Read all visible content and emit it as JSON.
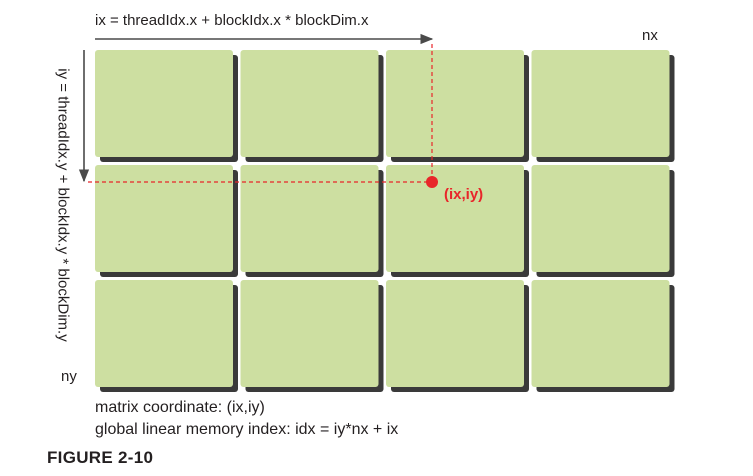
{
  "diagram": {
    "ix_formula": "ix = threadIdx.x + blockIdx.x * blockDim.x",
    "iy_formula": "iy = threadIdx.y + blockIdx.y * blockDim.y",
    "nx_label": "nx",
    "ny_label": "ny",
    "point_label": "(ix,iy)",
    "grid": {
      "rows": 3,
      "cols": 4
    },
    "highlight_block": {
      "row": 1,
      "col": 2
    },
    "colors": {
      "block_fill": "#cddfa1",
      "block_shadow": "#3a3a3a",
      "arrow": "#4a4a4a",
      "accent": "#e8262a"
    }
  },
  "caption": {
    "line1": "matrix coordinate: (ix,iy)",
    "line2": "global linear memory index: idx = iy*nx + ix"
  },
  "figure_title": "FIGURE 2-10"
}
